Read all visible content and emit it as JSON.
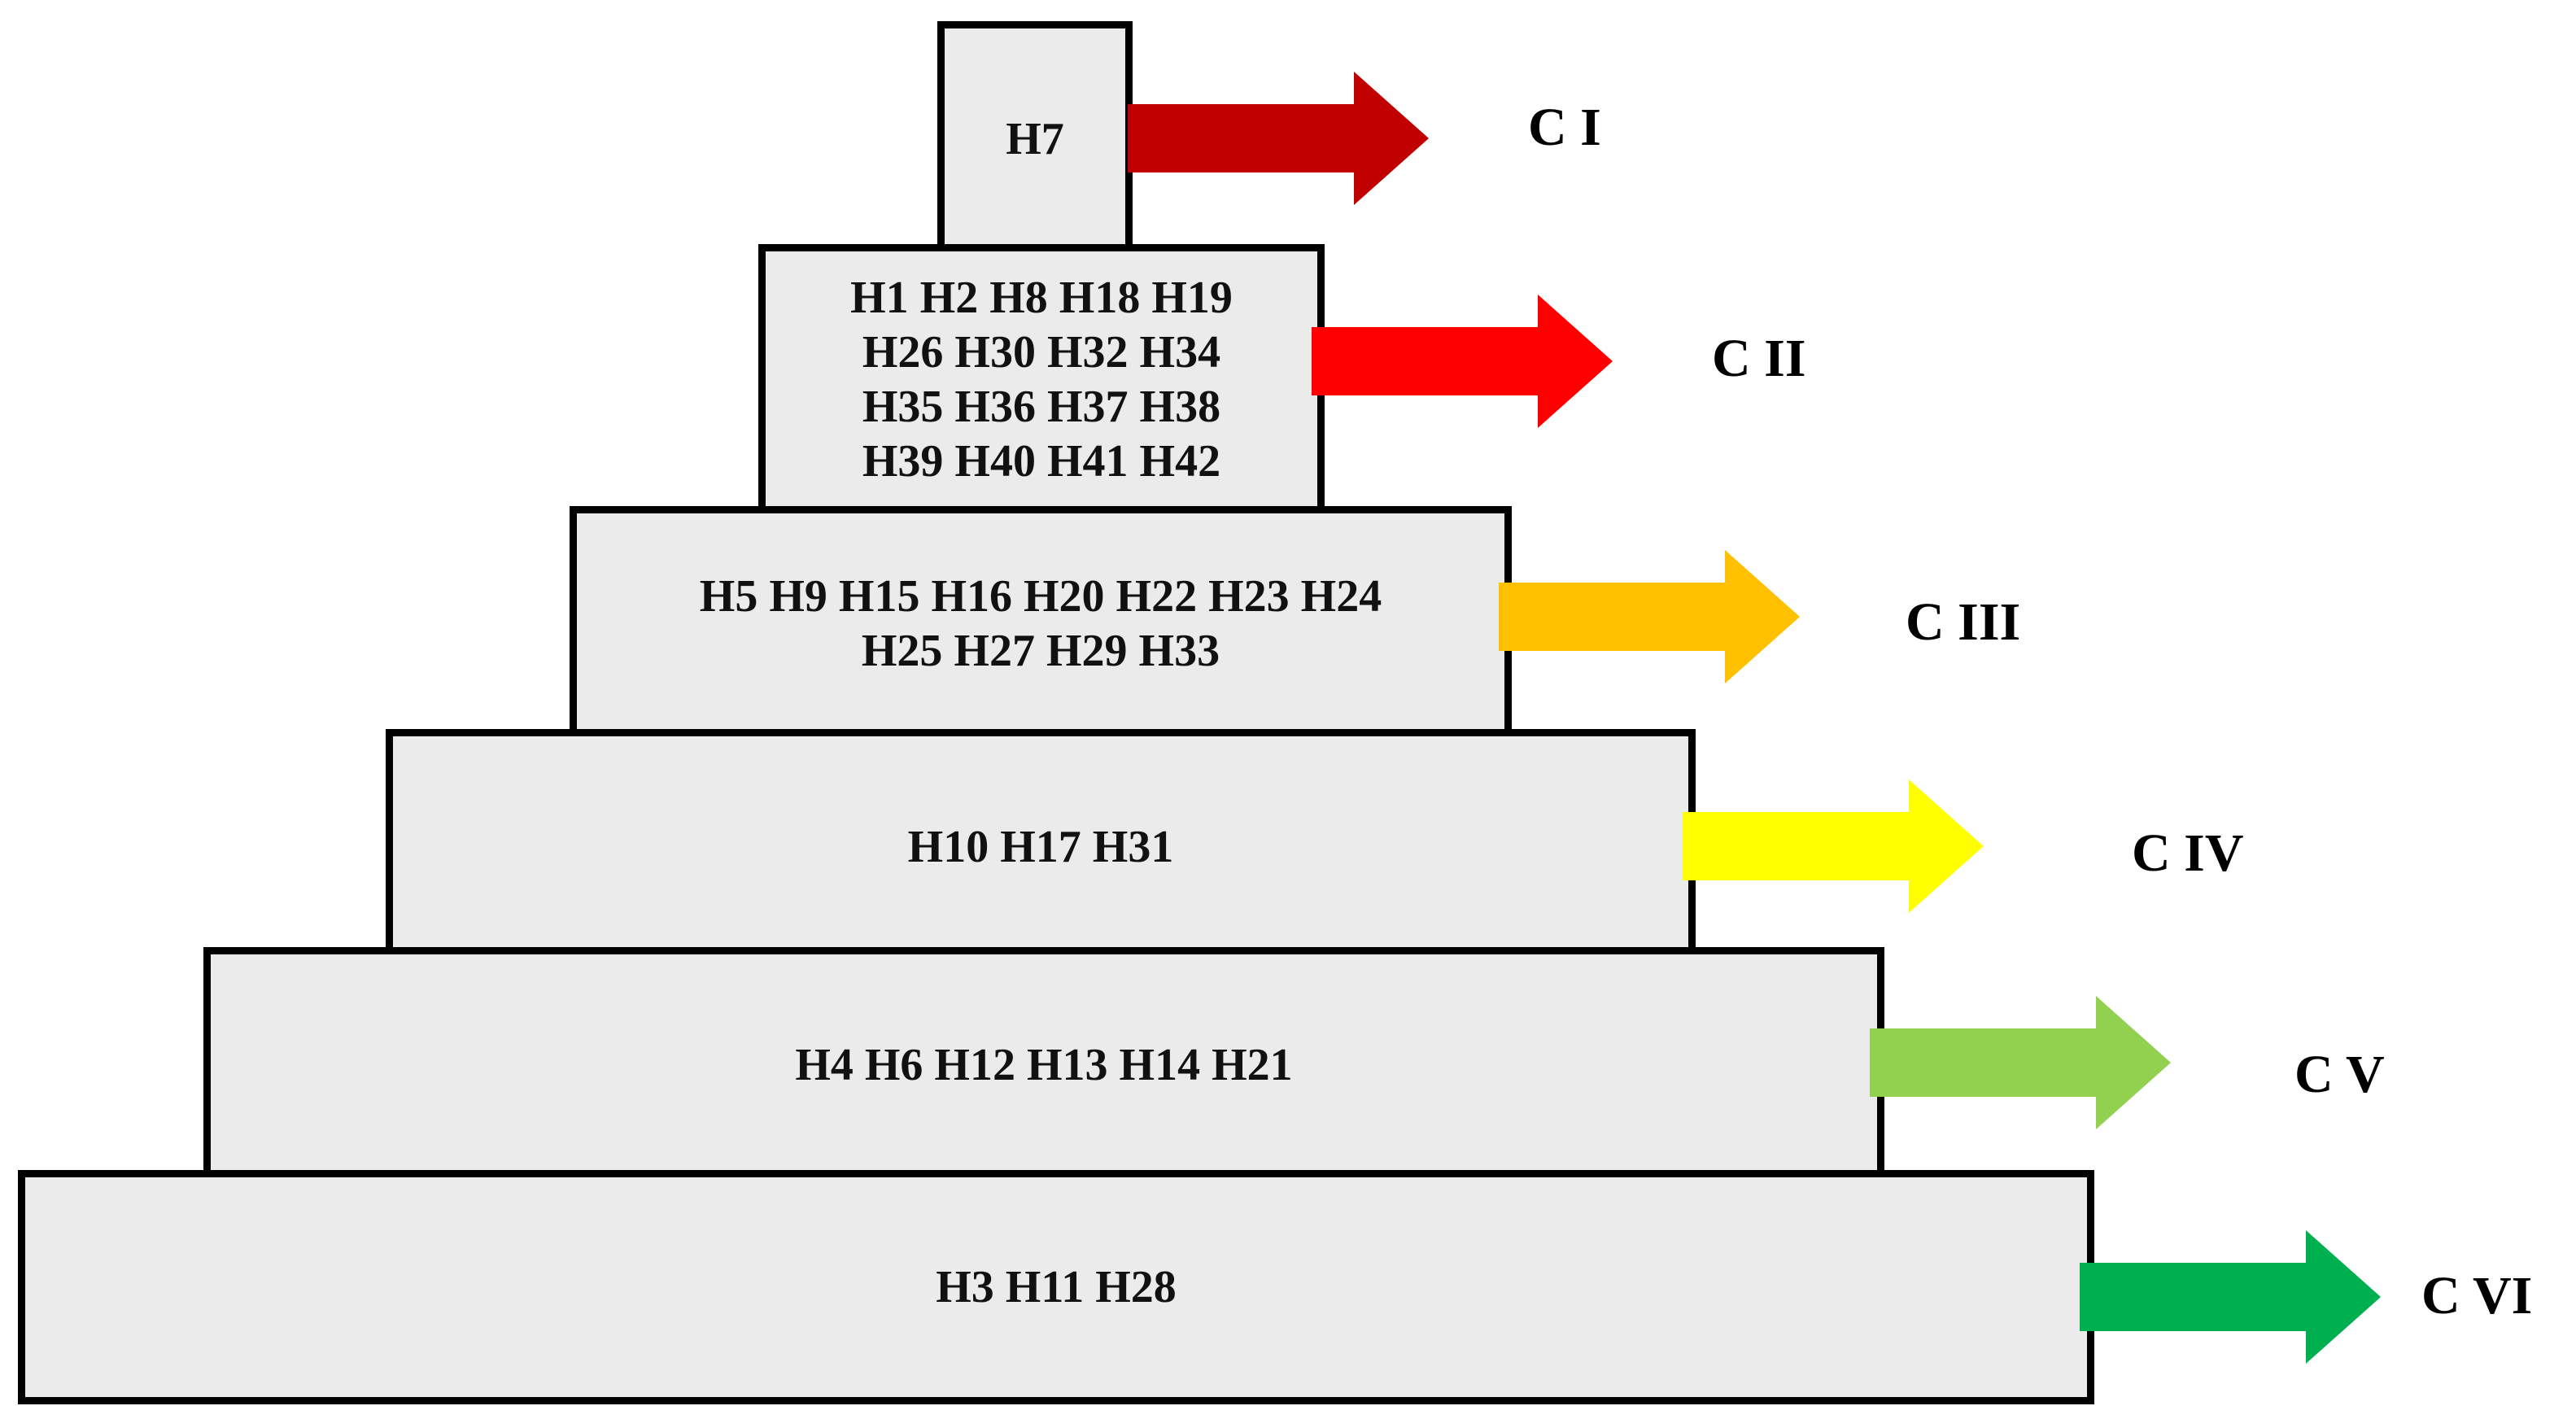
{
  "levels": [
    {
      "lines": [
        "H7"
      ],
      "class_label": "C I",
      "arrow_color": "#c00000"
    },
    {
      "lines": [
        "H1 H2 H8 H18 H19",
        "H26 H30 H32 H34",
        "H35 H36 H37 H38",
        "H39 H40 H41 H42"
      ],
      "class_label": "C II",
      "arrow_color": "#ff0000"
    },
    {
      "lines": [
        "H5 H9 H15 H16 H20 H22 H23 H24",
        "H25 H27 H29 H33"
      ],
      "class_label": "C III",
      "arrow_color": "#ffc000"
    },
    {
      "lines": [
        "H10 H17 H31"
      ],
      "class_label": "C IV",
      "arrow_color": "#ffff00"
    },
    {
      "lines": [
        "H4 H6 H12 H13 H14 H21"
      ],
      "class_label": "C V",
      "arrow_color": "#92d050"
    },
    {
      "lines": [
        "H3 H11 H28"
      ],
      "class_label": "C VI",
      "arrow_color": "#00b050"
    }
  ]
}
